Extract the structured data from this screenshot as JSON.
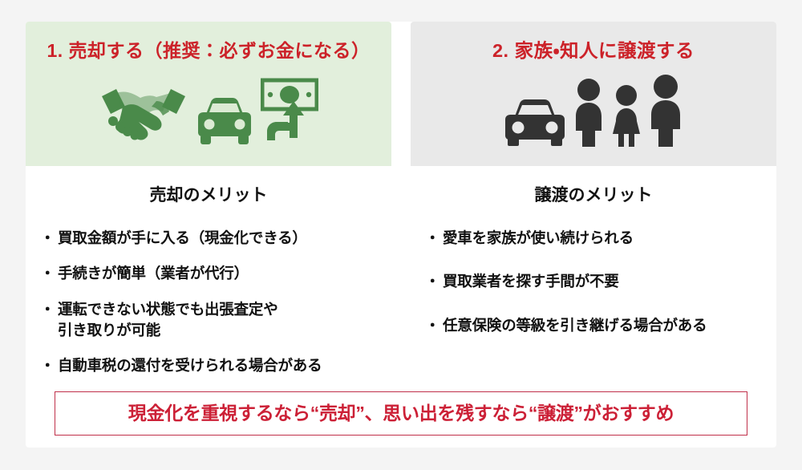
{
  "colors": {
    "page_bg": "#f4f4f4",
    "card_bg": "#ffffff",
    "sell_header_bg": "#e2efdc",
    "give_header_bg": "#e9e9e9",
    "heading_red": "#cc2229",
    "banner_text_red": "#cc2036",
    "banner_border": "#c0304a",
    "icon_green": "#4a8a4a",
    "icon_dark": "#333333",
    "body_text": "#121212"
  },
  "columns": [
    {
      "id": "sell",
      "title": "1. 売却する（推奨：必ずお金になる）",
      "icons": [
        "handshake-icon",
        "car-icon",
        "banknote-with-arrow-icon"
      ],
      "section_title": "売却のメリット",
      "bullets": [
        "買取金額が手に入る（現金化できる）",
        "手続きが簡単（業者が代行）",
        "運転できない状態でも出張査定や\n引き取りが可能",
        "自動車税の還付を受けられる場合がある"
      ]
    },
    {
      "id": "give",
      "title": "2. 家族・知人に譲渡する",
      "icons": [
        "car-icon",
        "person-icon",
        "person-icon",
        "person-icon"
      ],
      "section_title": "譲渡のメリット",
      "bullets": [
        "愛車を家族が使い続けられる",
        "買取業者を探す手間が不要",
        "任意保険の等級を引き継げる場合がある"
      ]
    }
  ],
  "banner": {
    "text": "現金化を重視するなら“売却”、思い出を残すなら“譲渡”がおすすめ"
  }
}
